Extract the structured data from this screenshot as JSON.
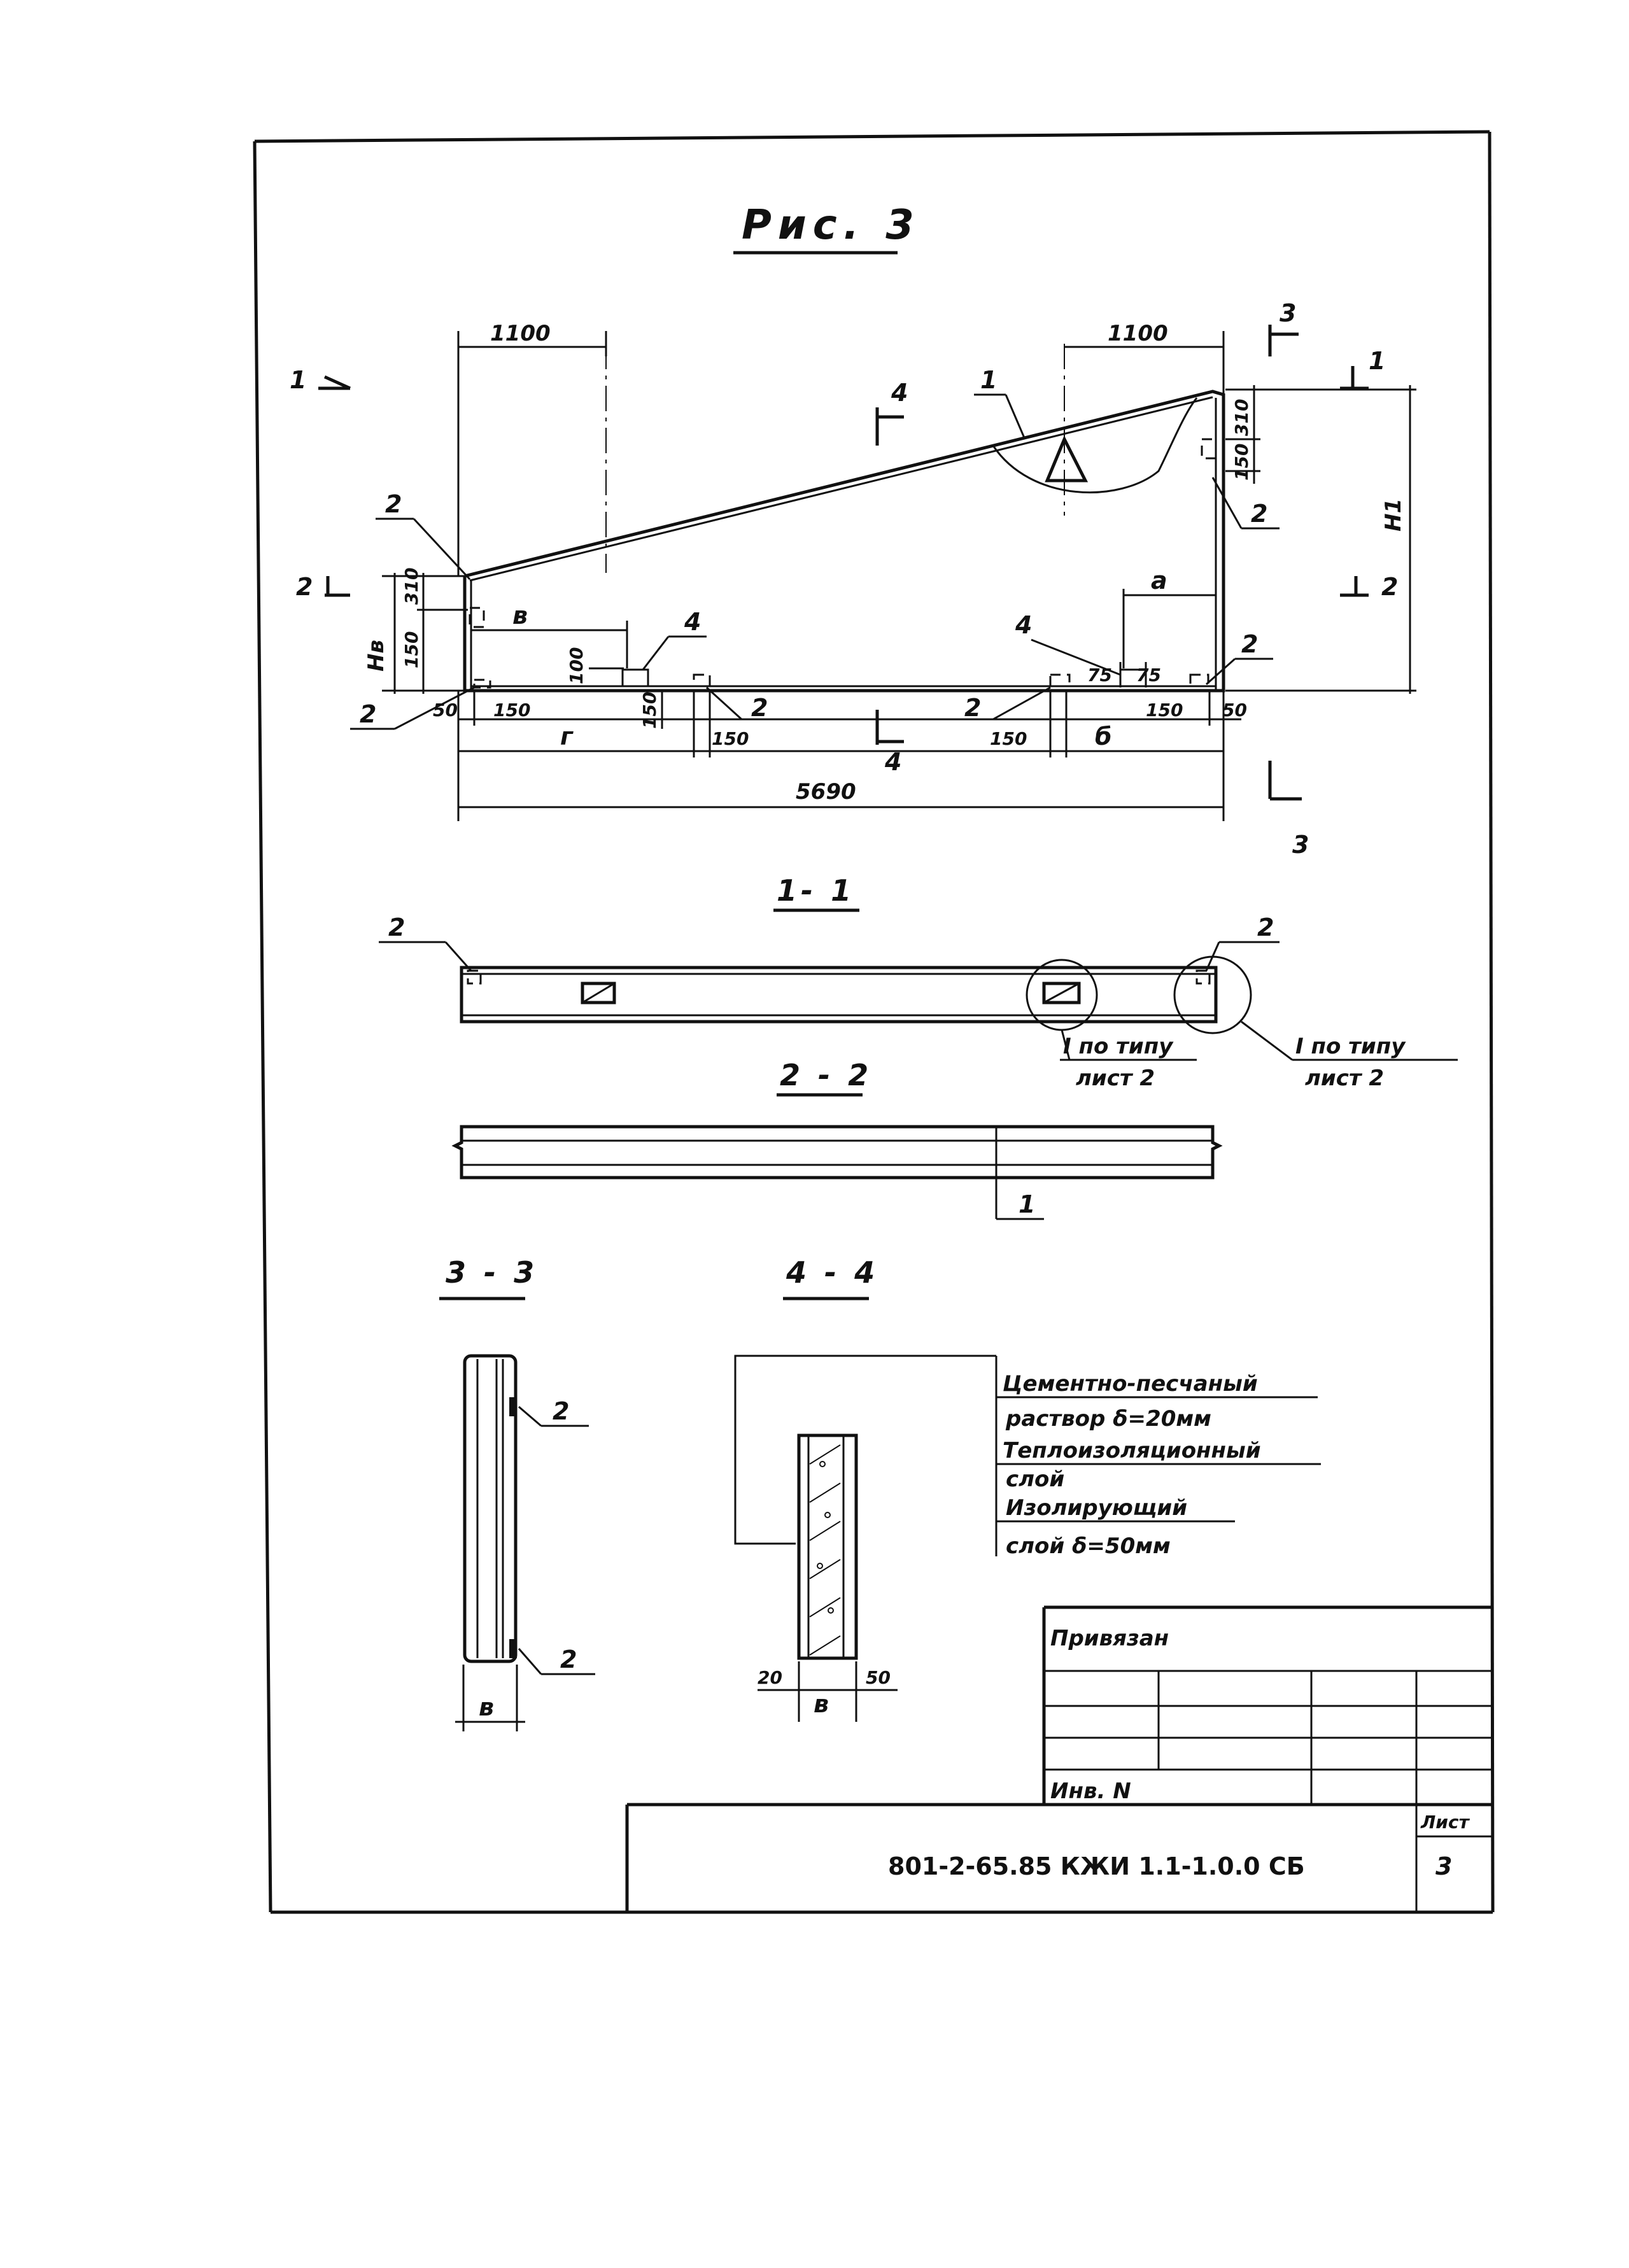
{
  "figure": {
    "title": "Рис. 3"
  },
  "elevation": {
    "dims": {
      "top_left_width": "1100",
      "top_right_width": "1100",
      "total_length": "5690",
      "left_end": "50",
      "right_end": "50",
      "left_edge_150": "150",
      "right_edge_150": "150",
      "g": "г",
      "b": "б",
      "v": "в",
      "a": "а",
      "open_150_left": "150",
      "open_150_right": "150",
      "left_height": "Нв",
      "right_height": "Н1",
      "left_310": "310",
      "left_150v": "150",
      "right_310": "310",
      "right_150v": "150",
      "opening_100": "100",
      "opening_150": "150",
      "dim_75_a": "75",
      "dim_75_b": "75"
    },
    "section_marks": {
      "s1_left": "1",
      "s1_right": "1",
      "s2_left": "2",
      "s2_right": "2",
      "s3_top": "3",
      "s3_bottom": "3",
      "s4_top": "4",
      "s4_bottom": "4"
    },
    "callouts": {
      "c1": "1",
      "c2_tl": "2",
      "c2_tr": "2",
      "c2_bl": "2",
      "c2_br": "2",
      "c2_mid_l": "2",
      "c2_mid_r": "2",
      "c4_l": "4",
      "c4_r": "4"
    }
  },
  "section_1_1": {
    "title": "1- 1",
    "callout_left": "2",
    "callout_right": "2",
    "note_a_line1": "I по типу",
    "note_a_line2": "лист 2",
    "note_b_line1": "I по типу",
    "note_b_line2": "лист 2"
  },
  "section_2_2": {
    "title": "2 - 2",
    "callout": "1"
  },
  "section_3_3": {
    "title": "3 - 3",
    "callout_top": "2",
    "callout_bottom": "2",
    "width": "в"
  },
  "section_4_4": {
    "title": "4 - 4",
    "layer1_line1": "Цементно-песчаный",
    "layer1_line2": "раствор δ=20мм",
    "layer2_line1": "Теплоизоляционный",
    "layer2_line2": "слой",
    "layer3_line1": "Изолирующий",
    "layer3_line2": "слой δ=50мм",
    "dim_left": "20",
    "dim_mid": "в",
    "dim_right": "50"
  },
  "title_block": {
    "privyazan": "Привязан",
    "inv": "Инв. N",
    "code": "801-2-65.85 КЖИ 1.1-1.0.0 СБ",
    "sheet_label": "Лист",
    "sheet_no": "3"
  }
}
